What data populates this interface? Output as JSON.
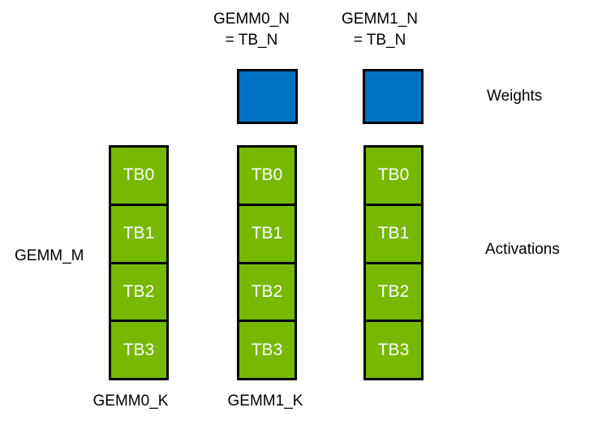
{
  "diagram": {
    "top_labels": [
      {
        "line1": "GEMM0_N",
        "line2": "= TB_N"
      },
      {
        "line1": "GEMM1_N",
        "line2": "= TB_N"
      }
    ],
    "side_labels": {
      "weights": "Weights",
      "activations": "Activations",
      "gemm_m": "GEMM_M"
    },
    "bottom_labels": [
      "GEMM0_K",
      "GEMM1_K"
    ],
    "columns": [
      {
        "cells": [
          "TB0",
          "TB1",
          "TB2",
          "TB3"
        ]
      },
      {
        "cells": [
          "TB0",
          "TB1",
          "TB2",
          "TB3"
        ]
      },
      {
        "cells": [
          "TB0",
          "TB1",
          "TB2",
          "TB3"
        ]
      }
    ],
    "colors": {
      "weights_fill": "#0072C4",
      "activations_fill": "#76B900",
      "border": "#000000",
      "cell_text": "#FFFFFF",
      "label_text": "#000000"
    }
  }
}
